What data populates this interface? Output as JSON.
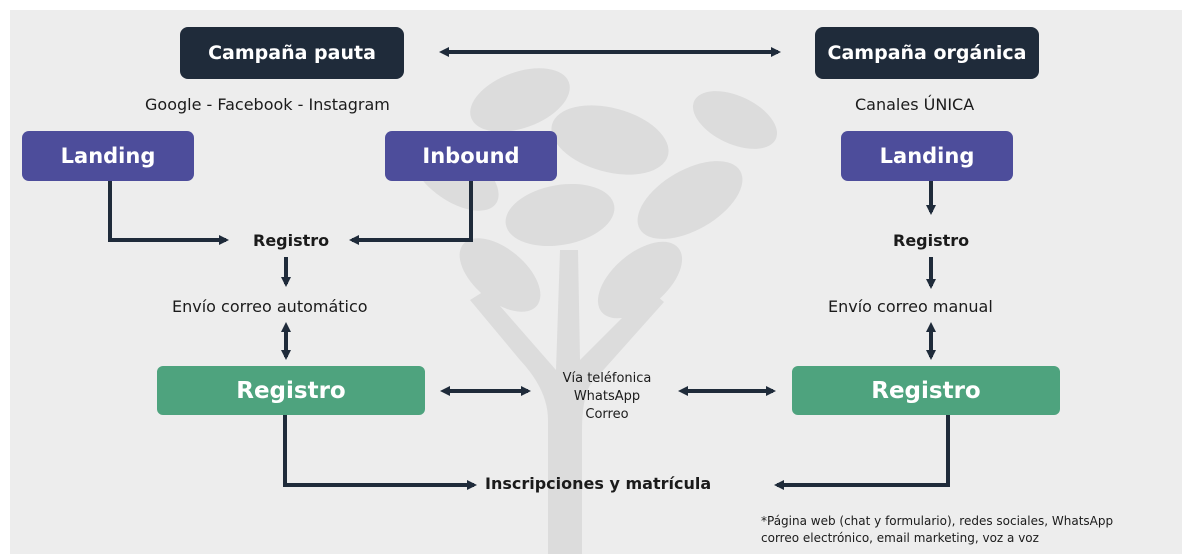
{
  "left_campaign": {
    "title": "Campaña pauta",
    "channels": "Google - Facebook - Instagram"
  },
  "right_campaign": {
    "title": "Campaña orgánica",
    "channels": "Canales ÚNICA"
  },
  "left_flow": {
    "landing": "Landing",
    "inbound": "Inbound",
    "registro_label": "Registro",
    "email_step": "Envío correo automático",
    "registro_box": "Registro"
  },
  "right_flow": {
    "landing": "Landing",
    "registro_label": "Registro",
    "email_step": "Envío correo manual",
    "registro_box": "Registro"
  },
  "contact_channels": [
    "Vía teléfonica",
    "WhatsApp",
    "Correo"
  ],
  "final_step": "Inscripciones y matrícula",
  "footnote": [
    "*Página web (chat y formulario), redes sociales, WhatsApp",
    "correo electrónico, email marketing, voz a voz"
  ],
  "colors": {
    "dark_box": "#1f2b3a",
    "purple_box": "#4d4d9b",
    "green_box": "#4ea37e",
    "arrows": "#1f2b3a",
    "background": "#ededed",
    "tree": "#dcdcdc"
  }
}
